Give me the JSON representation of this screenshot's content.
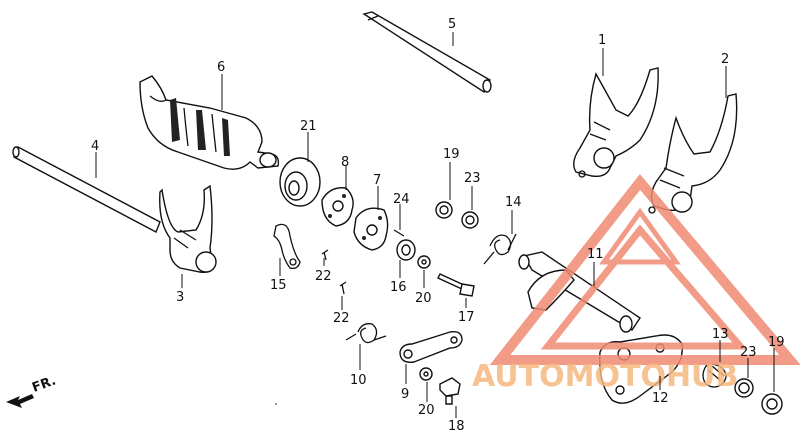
{
  "diagram": {
    "callouts": [
      {
        "id": "1",
        "label": "1"
      },
      {
        "id": "2",
        "label": "2"
      },
      {
        "id": "3",
        "label": "3"
      },
      {
        "id": "4",
        "label": "4"
      },
      {
        "id": "5",
        "label": "5"
      },
      {
        "id": "6",
        "label": "6"
      },
      {
        "id": "7",
        "label": "7"
      },
      {
        "id": "8",
        "label": "8"
      },
      {
        "id": "9",
        "label": "9"
      },
      {
        "id": "10",
        "label": "10"
      },
      {
        "id": "11",
        "label": "11"
      },
      {
        "id": "12",
        "label": "12"
      },
      {
        "id": "13",
        "label": "13"
      },
      {
        "id": "14",
        "label": "14"
      },
      {
        "id": "15",
        "label": "15"
      },
      {
        "id": "16",
        "label": "16"
      },
      {
        "id": "17",
        "label": "17"
      },
      {
        "id": "18",
        "label": "18"
      },
      {
        "id": "19a",
        "label": "19"
      },
      {
        "id": "19b",
        "label": "19"
      },
      {
        "id": "20a",
        "label": "20"
      },
      {
        "id": "20b",
        "label": "20"
      },
      {
        "id": "21",
        "label": "21"
      },
      {
        "id": "22a",
        "label": "22"
      },
      {
        "id": "22b",
        "label": "22"
      },
      {
        "id": "23a",
        "label": "23"
      },
      {
        "id": "23b",
        "label": "23"
      },
      {
        "id": "24",
        "label": "24"
      }
    ],
    "direction_marker": "FR.",
    "watermark": {
      "text": "AUTOMOTOHUB",
      "color": "#f08a73",
      "text_color": "#f5b77f"
    },
    "line_color": "#111111"
  }
}
